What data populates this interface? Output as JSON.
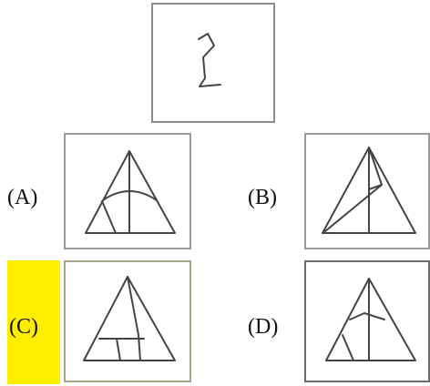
{
  "options": {
    "a": {
      "label": "(A)"
    },
    "b": {
      "label": "(B)"
    },
    "c": {
      "label": "(C)"
    },
    "d": {
      "label": "(D)"
    }
  },
  "selected_option": "c",
  "colors": {
    "highlight": "#ffee00",
    "line": "#444444",
    "frame": "#9a9a9a"
  }
}
